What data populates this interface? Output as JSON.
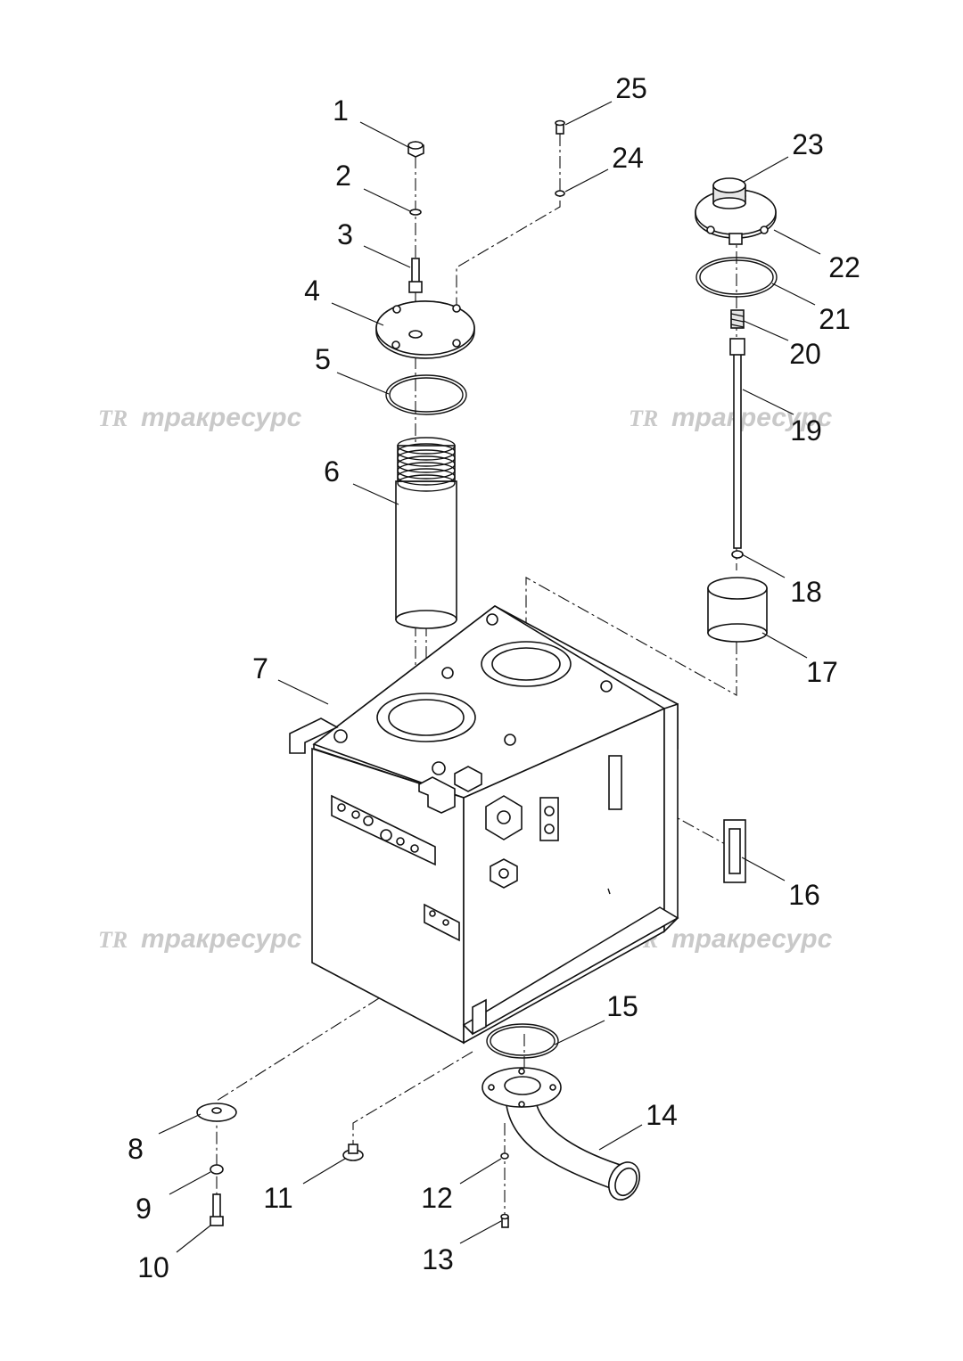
{
  "watermarks": {
    "logo": "TR",
    "text": "тракресурс"
  },
  "callouts": [
    "1",
    "2",
    "3",
    "4",
    "5",
    "6",
    "7",
    "8",
    "9",
    "10",
    "11",
    "12",
    "13",
    "14",
    "15",
    "16",
    "17",
    "18",
    "19",
    "20",
    "21",
    "22",
    "23",
    "24",
    "25"
  ]
}
